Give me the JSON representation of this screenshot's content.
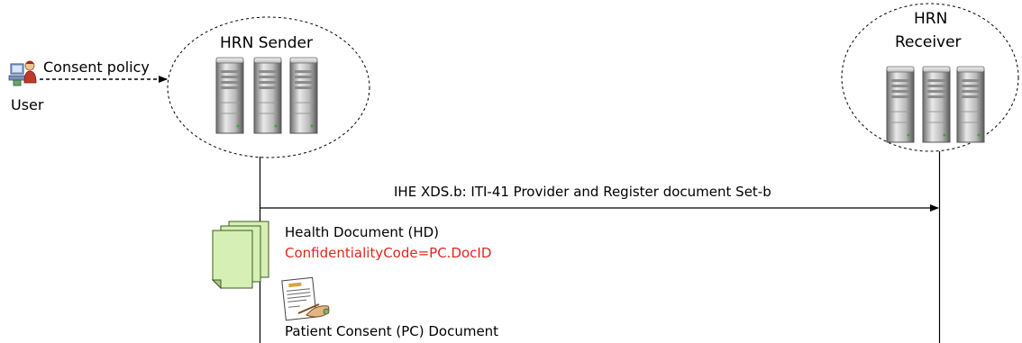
{
  "sender": {
    "label": "HRN Sender"
  },
  "receiver": {
    "label_line1": "HRN",
    "label_line2": "Receiver"
  },
  "user": {
    "label": "User"
  },
  "consent_arrow": {
    "label": "Consent policy"
  },
  "transaction": {
    "label": "IHE XDS.b: ITI-41 Provider and Register document Set-b"
  },
  "health_document": {
    "title": "Health Document (HD)",
    "confidentiality": "ConfidentialityCode=PC.DocID"
  },
  "patient_consent": {
    "label": "Patient Consent (PC) Document"
  },
  "colors": {
    "document_fill": "#d6efb4",
    "document_edge": "#3d5b1e",
    "confidentiality_text": "#e1261c"
  }
}
